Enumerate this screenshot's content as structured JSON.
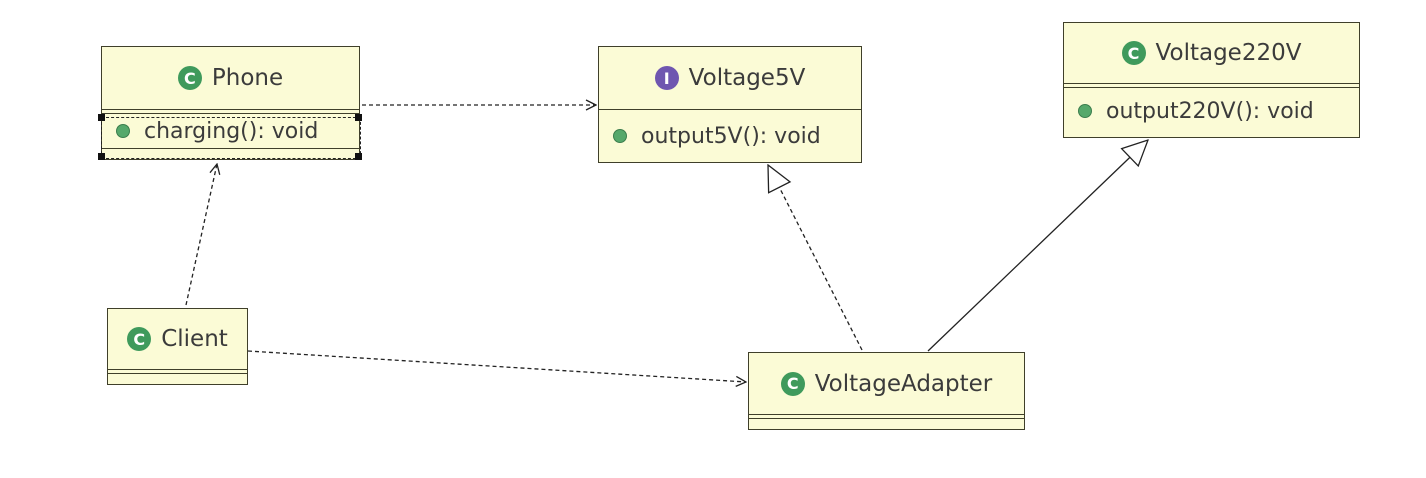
{
  "classes": {
    "phone": {
      "name": "Phone",
      "kind_icon": "class-icon",
      "method": "charging(): void"
    },
    "v5": {
      "name": "Voltage5V",
      "kind_icon": "interface-icon",
      "method": "output5V(): void"
    },
    "v220": {
      "name": "Voltage220V",
      "kind_icon": "class-icon",
      "method": "output220V(): void"
    },
    "client": {
      "name": "Client",
      "kind_icon": "class-icon"
    },
    "adapter": {
      "name": "VoltageAdapter",
      "kind_icon": "class-icon"
    }
  },
  "relations": [
    {
      "from": "Phone",
      "to": "Voltage5V",
      "type": "dependency"
    },
    {
      "from": "Client",
      "to": "Phone",
      "type": "dependency"
    },
    {
      "from": "Client",
      "to": "VoltageAdapter",
      "type": "dependency"
    },
    {
      "from": "VoltageAdapter",
      "to": "Voltage5V",
      "type": "realization"
    },
    {
      "from": "VoltageAdapter",
      "to": "Voltage220V",
      "type": "generalization"
    }
  ],
  "colors": {
    "class_fill": "#fbfbd6",
    "class_icon": "#3f9a5c",
    "interface_icon": "#6f56b0",
    "public_dot": "#56a86b"
  }
}
